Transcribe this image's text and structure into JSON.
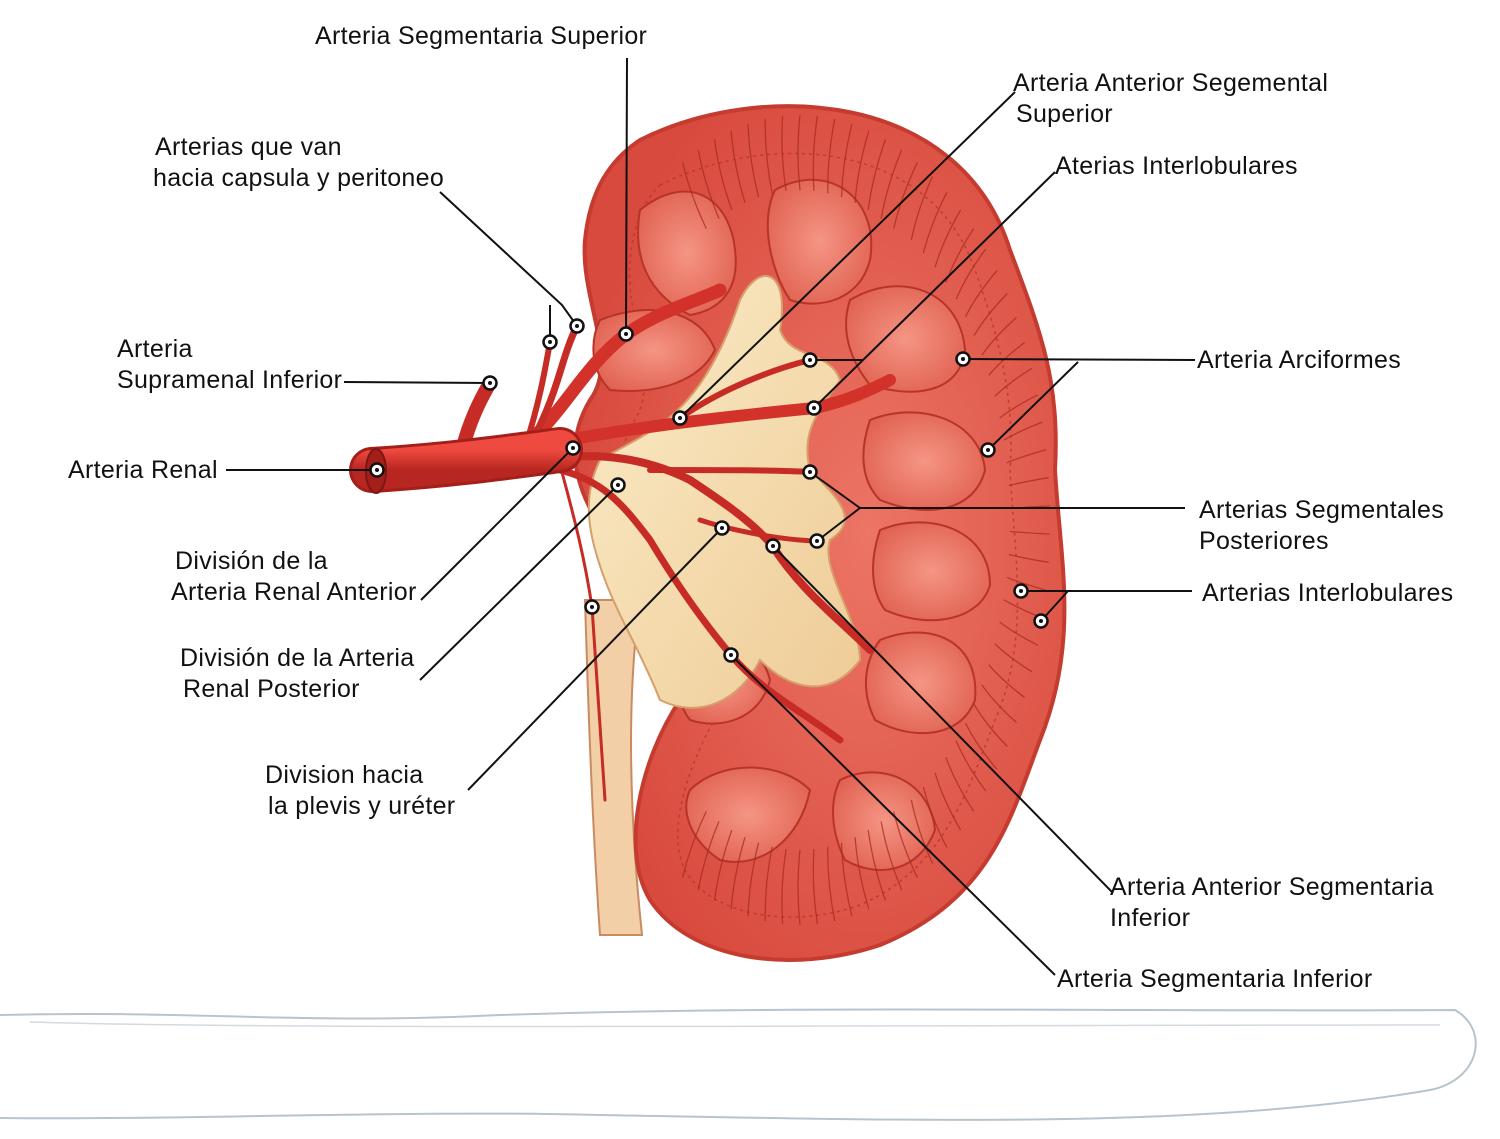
{
  "diagram": {
    "labels": {
      "seg_superior": "Arteria Segmentaria Superior",
      "capsula_1": "Arterias que van",
      "capsula_2": "hacia capsula y peritoneo",
      "suprarrenal_1": "Arteria",
      "suprarrenal_2": "Supramenal Inferior",
      "renal": "Arteria Renal",
      "div_anterior_1": "División de la",
      "div_anterior_2": "Arteria Renal Anterior",
      "div_posterior_1": "División de la Arteria",
      "div_posterior_2": "Renal Posterior",
      "pelvis_1": "Division hacia",
      "pelvis_2": "la plevis y uréter",
      "ant_seg_sup_1": "Arteria Anterior Segemental",
      "ant_seg_sup_2": "Superior",
      "interlob_top": "Aterias Interlobulares",
      "arciformes": "Arteria Arciformes",
      "seg_post_1": "Arterias Segmentales",
      "seg_post_2": "Posteriores",
      "interlob_right": "Arterias Interlobulares",
      "ant_seg_inf_1": "Arteria Anterior Segmentaria",
      "ant_seg_inf_2": "Inferior",
      "seg_inferior": "Arteria Segmentaria Inferior"
    },
    "colors": {
      "cortex": "#e2584a",
      "cortex_dark": "#c93a2e",
      "pyramid": "#ee8070",
      "sinus": "#f5dcb0",
      "artery": "#d8312a",
      "artery_dark": "#a51f1a",
      "ureter": "#f0c8a0",
      "leader": "#111111"
    }
  }
}
